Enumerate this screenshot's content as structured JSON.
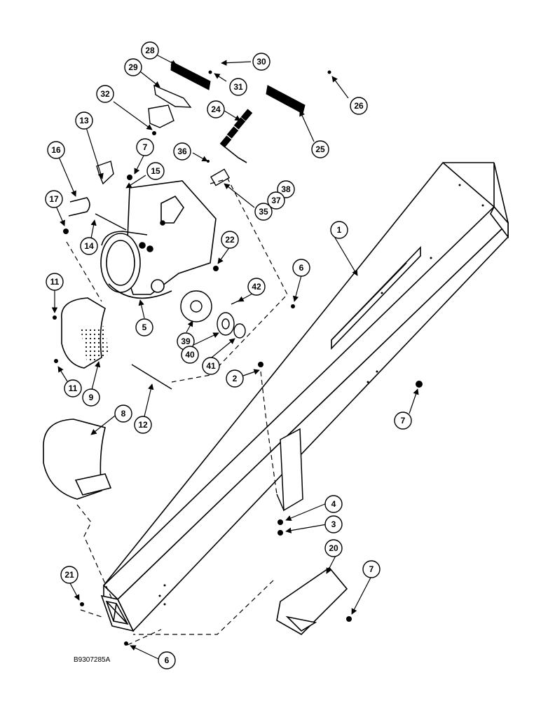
{
  "drawing_code": "B9307285A",
  "callouts": [
    {
      "id": "c28",
      "label": "28"
    },
    {
      "id": "c30",
      "label": "30"
    },
    {
      "id": "c29",
      "label": "29"
    },
    {
      "id": "c31",
      "label": "31"
    },
    {
      "id": "c26",
      "label": "26"
    },
    {
      "id": "c32",
      "label": "32"
    },
    {
      "id": "c24",
      "label": "24"
    },
    {
      "id": "c13",
      "label": "13"
    },
    {
      "id": "c25",
      "label": "25"
    },
    {
      "id": "c7a",
      "label": "7"
    },
    {
      "id": "c36",
      "label": "36"
    },
    {
      "id": "c16",
      "label": "16"
    },
    {
      "id": "c15",
      "label": "15"
    },
    {
      "id": "c38",
      "label": "38"
    },
    {
      "id": "c37",
      "label": "37"
    },
    {
      "id": "c17",
      "label": "17"
    },
    {
      "id": "c35",
      "label": "35"
    },
    {
      "id": "c14",
      "label": "14"
    },
    {
      "id": "c1",
      "label": "1"
    },
    {
      "id": "c22",
      "label": "22"
    },
    {
      "id": "c6a",
      "label": "6"
    },
    {
      "id": "c11a",
      "label": "11"
    },
    {
      "id": "c42",
      "label": "42"
    },
    {
      "id": "c5",
      "label": "5"
    },
    {
      "id": "c39",
      "label": "39"
    },
    {
      "id": "c40",
      "label": "40"
    },
    {
      "id": "c41",
      "label": "41"
    },
    {
      "id": "c11b",
      "label": "11"
    },
    {
      "id": "c2",
      "label": "2"
    },
    {
      "id": "c9",
      "label": "9"
    },
    {
      "id": "c12",
      "label": "12"
    },
    {
      "id": "c8",
      "label": "8"
    },
    {
      "id": "c7b",
      "label": "7"
    },
    {
      "id": "c4",
      "label": "4"
    },
    {
      "id": "c3",
      "label": "3"
    },
    {
      "id": "c20",
      "label": "20"
    },
    {
      "id": "c21",
      "label": "21"
    },
    {
      "id": "c7c",
      "label": "7"
    },
    {
      "id": "c6b",
      "label": "6"
    }
  ]
}
